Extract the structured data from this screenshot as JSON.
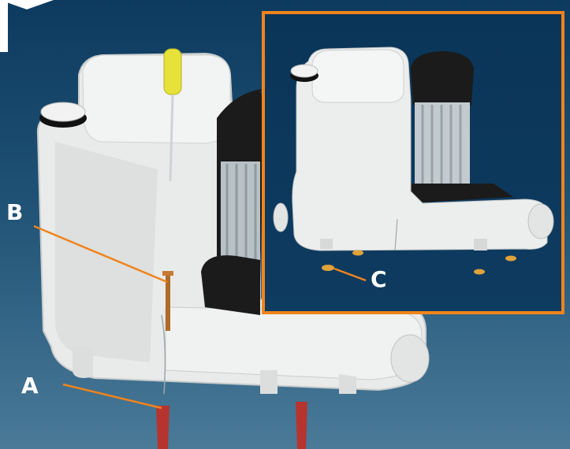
{
  "callouts": {
    "a": "A",
    "b": "B",
    "c": "C"
  },
  "colors": {
    "background_top": "#0d3a5f",
    "background_bottom": "#4a7a98",
    "accent_orange": "#f0841c",
    "unit_body": "#e9ebea",
    "motor_black": "#1b1b1b",
    "screwdriver_yellow": "#e6e23a",
    "anchor_red": "#b5342f"
  },
  "icons": [
    "pump-unit-illustration",
    "screwdriver-icon",
    "wall-anchor-icon",
    "screw-icon",
    "rubber-foot-icon"
  ]
}
